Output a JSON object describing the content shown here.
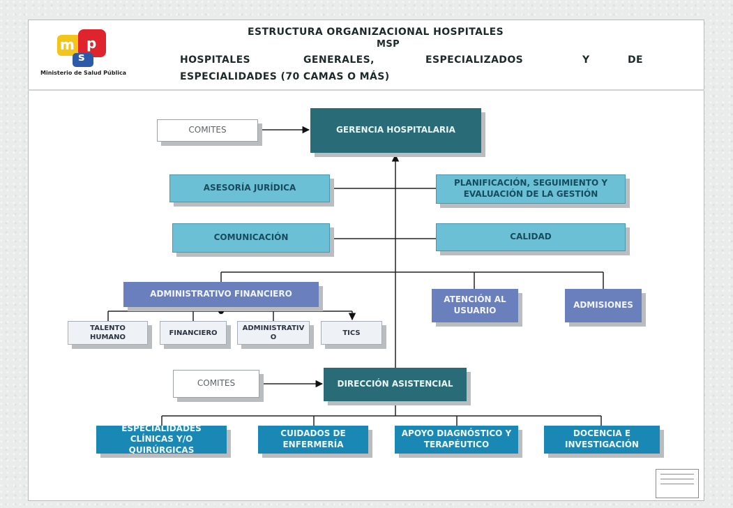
{
  "header": {
    "title_line1": "ESTRUCTURA ORGANIZACIONAL HOSPITALES",
    "title_line2": "MSP",
    "subtitle_words": [
      "HOSPITALES",
      "GENERALES,",
      "ESPECIALIZADOS",
      "Y",
      "DE"
    ],
    "subtitle_line2": "ESPECIALIDADES (70 CAMAS O MÁS)"
  },
  "logo": {
    "letters_m": "m",
    "letters_s": "s",
    "letters_p": "p",
    "caption": "Ministerio de Salud Pública",
    "colors": {
      "yellow": "#f3c51b",
      "red": "#e0242e",
      "blue": "#2a5aa8"
    }
  },
  "org": {
    "comites_top": "COMITES",
    "gerencia": "GERENCIA HOSPITALARIA",
    "asesoria": "ASESORÍA JURÍDICA",
    "planificacion": "PLANIFICACIÓN, SEGUIMIENTO Y EVALUACIÓN DE LA GESTIÓN",
    "comunicacion": "COMUNICACIÓN",
    "calidad": "CALIDAD",
    "administrativo_financiero": "ADMINISTRATIVO FINANCIERO",
    "atencion_usuario": "ATENCIÓN AL USUARIO",
    "admisiones": "ADMISIONES",
    "talento_humano": "TALENTO HUMANO",
    "financiero": "FINANCIERO",
    "administrativo": "ADMINISTRATIV O",
    "tics": "TICS",
    "comites_bottom": "COMITES",
    "direccion_asistencial": "DIRECCIÓN ASISTENCIAL",
    "especialidades": "ESPECIALIDADES CLÍNICAS Y/O QUIRÚRGICAS",
    "cuidados_enfermeria": "CUIDADOS DE ENFERMERÍA",
    "apoyo_diagnostico": "APOYO DIAGNÓSTICO Y TERAPÉUTICO",
    "docencia": "DOCENCIA E INVESTIGACIÓN"
  },
  "colors": {
    "dark_teal": "#2a6b78",
    "light_teal": "#6cc0d6",
    "purple_blue": "#6a80bd",
    "bright_blue": "#1a88b4"
  }
}
